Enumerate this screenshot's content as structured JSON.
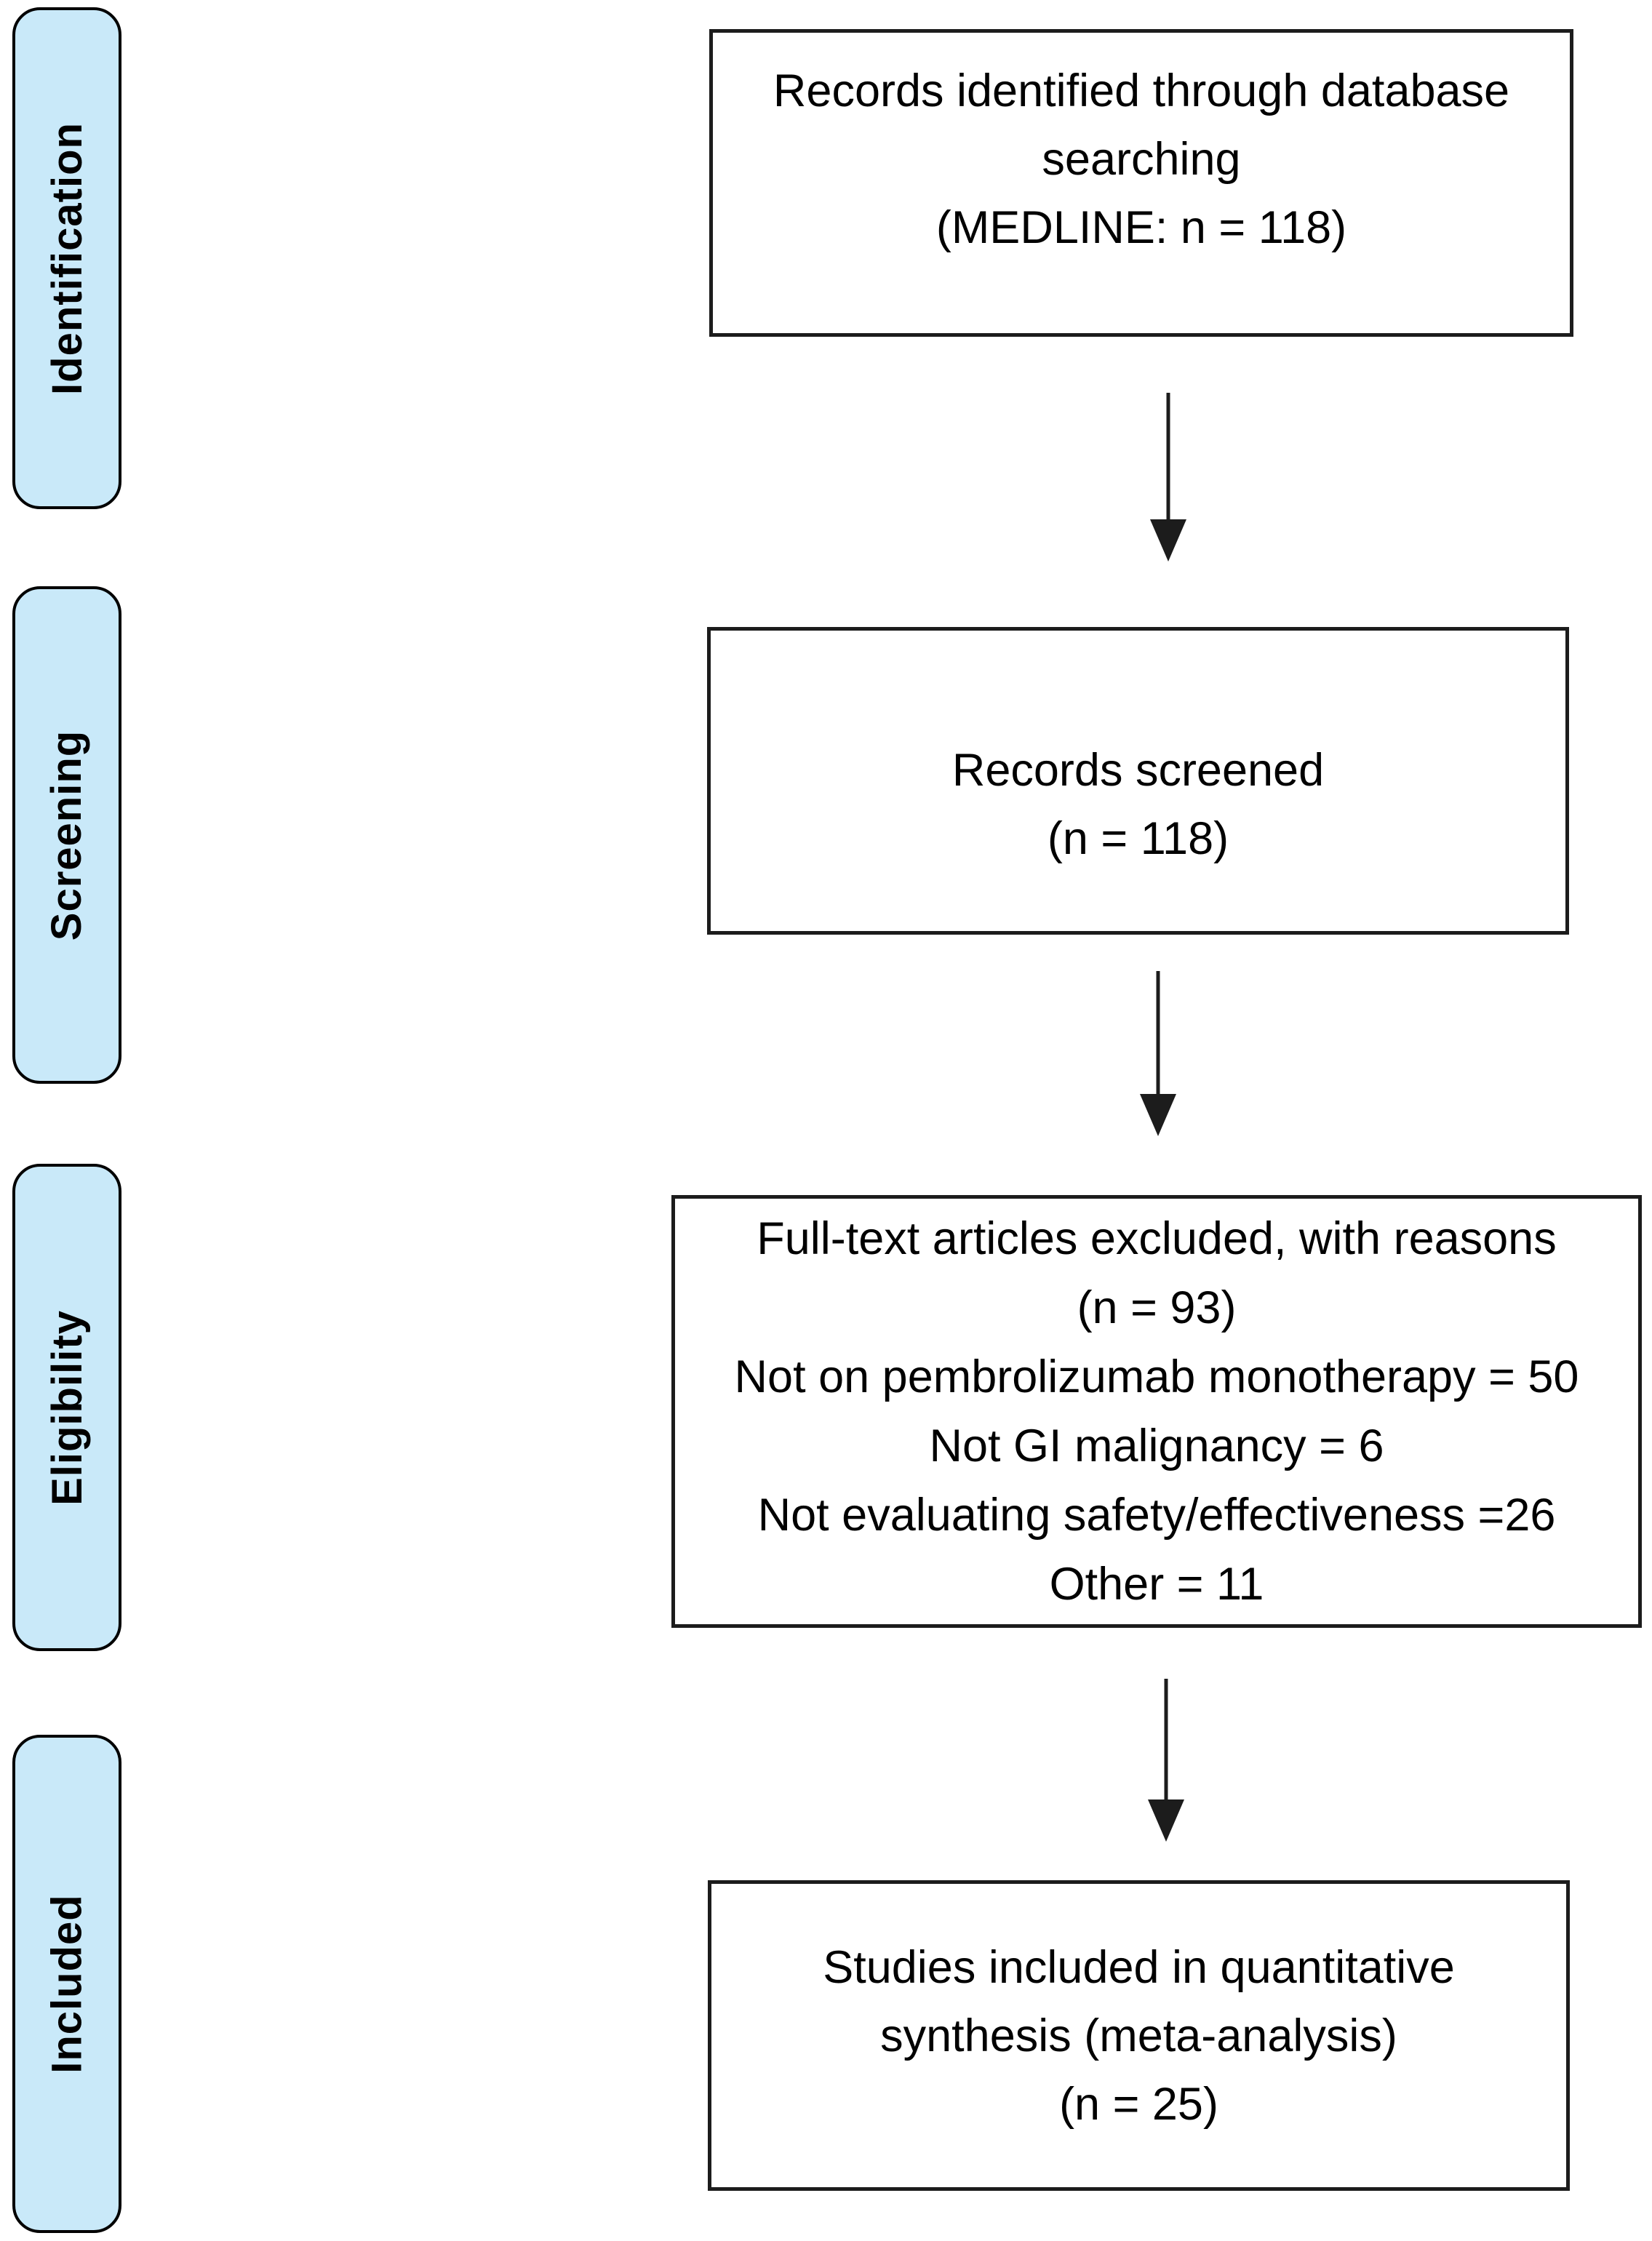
{
  "stages": [
    {
      "label": "Identification"
    },
    {
      "label": "Screening"
    },
    {
      "label": "Eligibility"
    },
    {
      "label": "Included"
    }
  ],
  "boxes": [
    {
      "name": "records-identified",
      "lines": [
        "Records identified through database",
        "searching",
        "(MEDLINE: n = 118)"
      ]
    },
    {
      "name": "records-screened",
      "lines": [
        "Records screened",
        "(n = 118)"
      ]
    },
    {
      "name": "fulltext-excluded",
      "lines": [
        "Full-text articles excluded, with reasons",
        "(n = 93)",
        "Not on pembrolizumab monotherapy = 50",
        "Not GI malignancy = 6",
        "Not evaluating safety/effectiveness =26",
        "Other = 11"
      ]
    },
    {
      "name": "studies-included",
      "lines": [
        "Studies included in quantitative",
        "synthesis (meta-analysis)",
        "(n = 25)"
      ]
    }
  ],
  "colors": {
    "stage_fill": "#c9e9f9",
    "stage_border": "#000000",
    "box_border": "#1c1c1c",
    "text": "#000000",
    "arrow": "#1c1c1c"
  }
}
